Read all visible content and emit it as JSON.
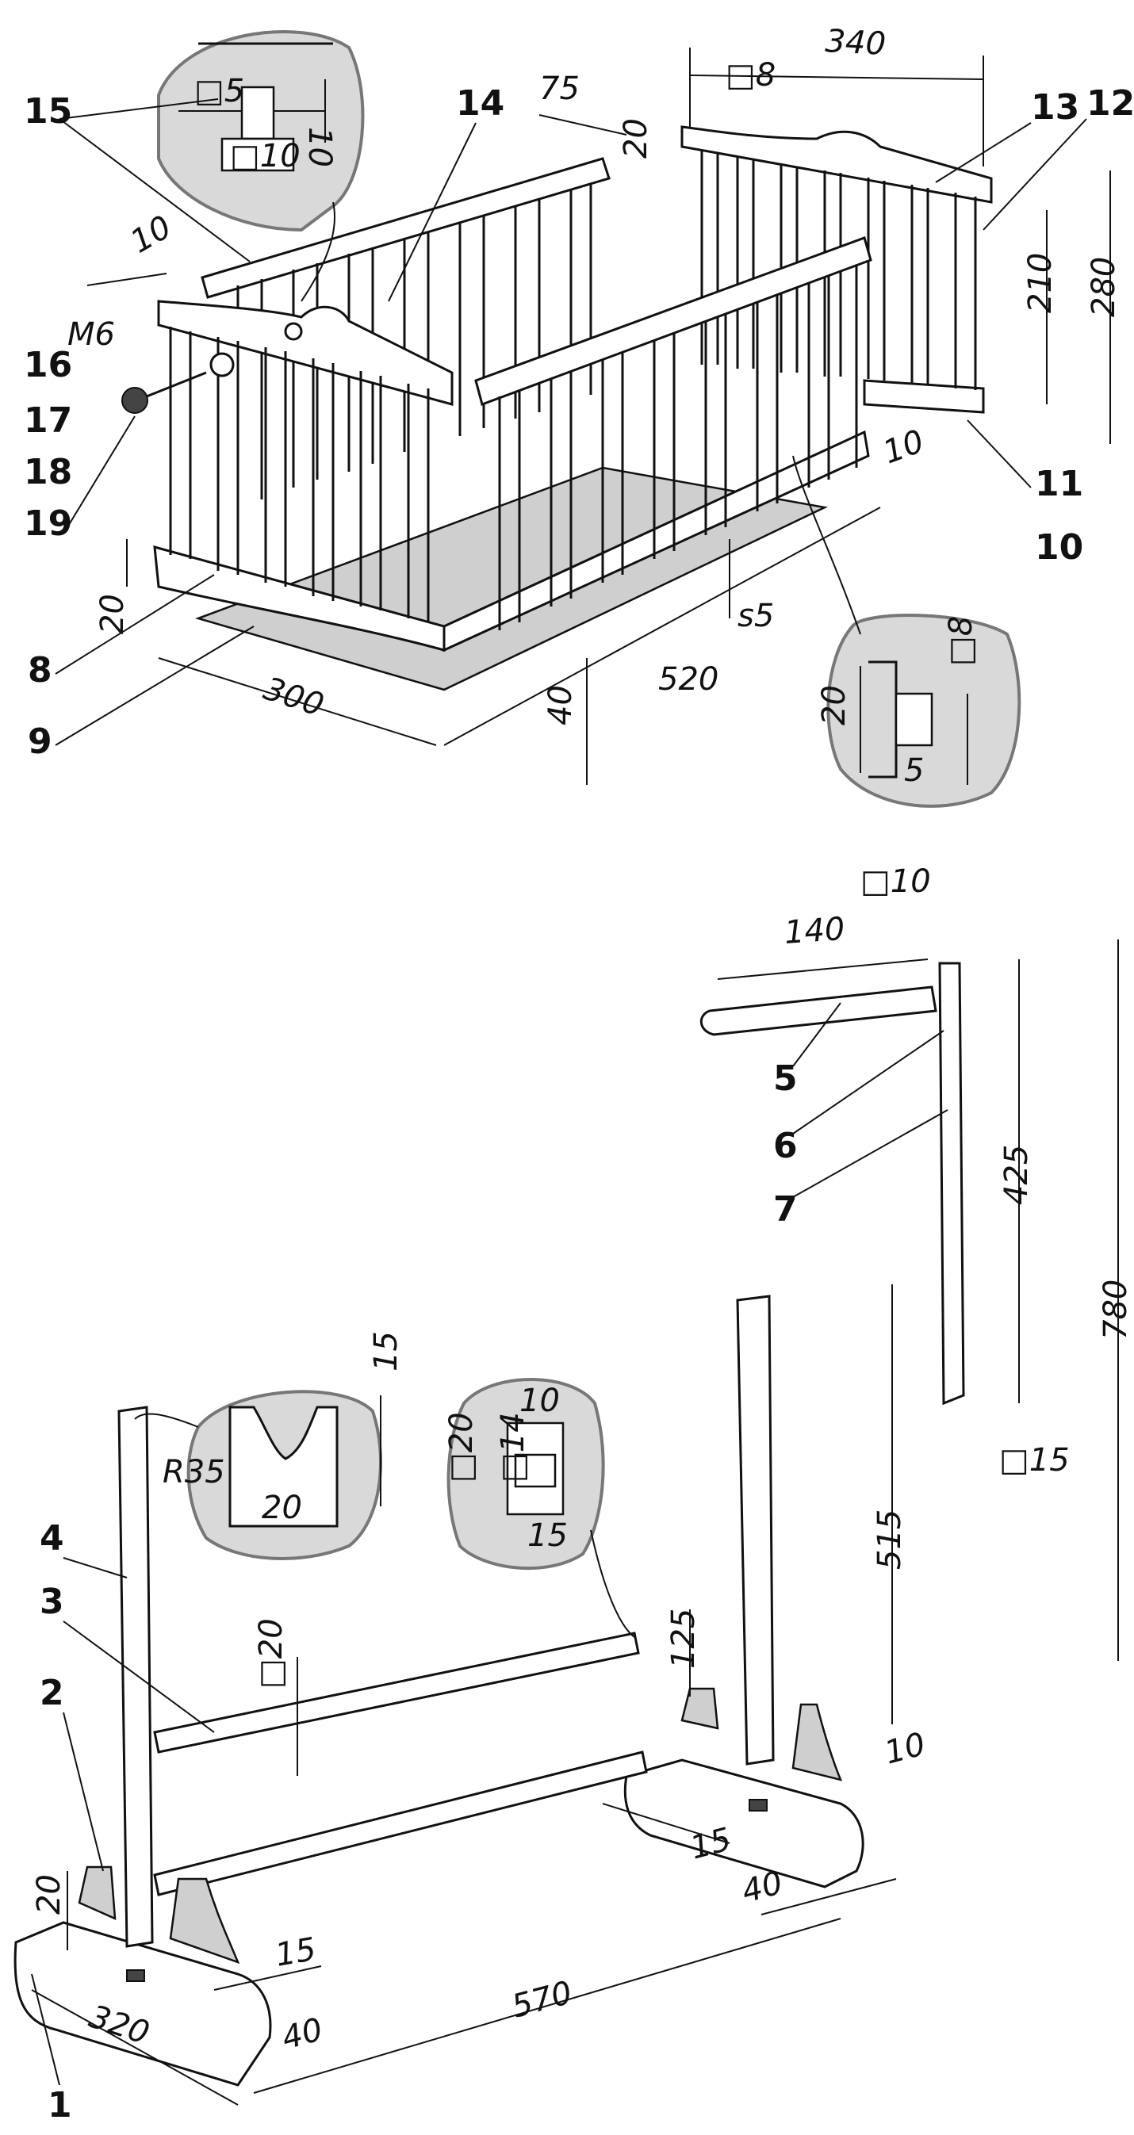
{
  "labels": {
    "p1": "1",
    "p2": "2",
    "p3": "3",
    "p4": "4",
    "p5": "5",
    "p6": "6",
    "p7": "7",
    "p8": "8",
    "p9": "9",
    "p10": "10",
    "p11": "11",
    "p12": "12",
    "p13": "13",
    "p14": "14",
    "p15": "15",
    "p16": "16",
    "p17": "17",
    "p18": "18",
    "p19": "19"
  },
  "dimensions": {
    "cradle_length": "520",
    "cradle_width": "300",
    "head_width": "340",
    "head_height": "280",
    "rail_span": "210",
    "post_section": "8",
    "rail_width": "75",
    "rail_gap": "20",
    "end_offset": "10",
    "bottom_thickness": "s5",
    "bottom_offset": "40",
    "skirt_height": "20",
    "bolt": "M6",
    "rail_offset": "10",
    "detail_post": "5",
    "detail_post_depth": "10",
    "detail_slot": "10",
    "detail_rail_height": "20",
    "detail_rail_post": "8",
    "detail_rail_width": "5",
    "arm_length": "140",
    "arm_section": "10",
    "upright_length": "425",
    "upright_section": "15",
    "total_height": "780",
    "post_height": "515",
    "post_hole_height": "125",
    "crossbar_section": "20",
    "notch_depth": "15",
    "notch_radius": "R35",
    "notch_width": "20",
    "joint_outer": "20",
    "joint_inner": "14",
    "joint_depth": "10",
    "joint_tenon": "15",
    "foot_width": "320",
    "foot_height": "20",
    "foot_length": "570",
    "foot_end": "40",
    "foot_brace": "15",
    "foot_right_end": "40",
    "foot_right_slot": "15",
    "foot_right_offset": "10"
  }
}
